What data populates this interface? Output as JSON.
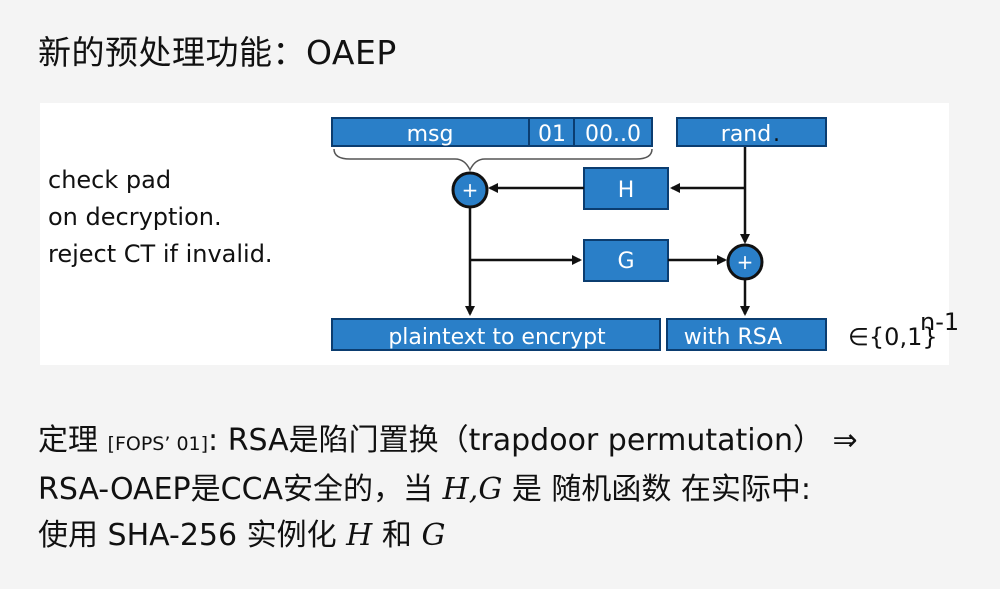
{
  "title": "新的预处理功能：OAEP",
  "side_note": {
    "line1": "check pad",
    "line2": "on decryption.",
    "line3": "reject CT if invalid."
  },
  "diagram": {
    "msg_label": "msg",
    "pad01_label": "01",
    "pad00_label": "00..0",
    "rand_label": "rand",
    "rand_dot": ".",
    "h_label": "H",
    "g_label": "G",
    "xor_symbol": "+",
    "out_left_label": "plaintext to encrypt",
    "out_right_label": "with RSA",
    "set_label": "∈{0,1}",
    "set_exp": "n-1"
  },
  "theorem": {
    "label": "定理",
    "cite": "[FOPS’ 01]",
    "colon": ":",
    "line1_text": "RSA是陷门置换（trapdoor permutation） ⇒",
    "line2_a": "RSA-OAEP是CCA安全的，当",
    "line2_h": "H",
    "line2_comma": ",",
    "line2_g": "G",
    "line2_b": "是 随机函数 在实际中:",
    "line3_a": "使用 SHA-256 实例化",
    "line3_h": "H",
    "line3_and": "和",
    "line3_g": "G"
  },
  "colors": {
    "box_fill": "#2a7fc8",
    "box_border": "#0b3d70",
    "xor_fill": "#2a7fc8",
    "arrow": "#111111"
  }
}
